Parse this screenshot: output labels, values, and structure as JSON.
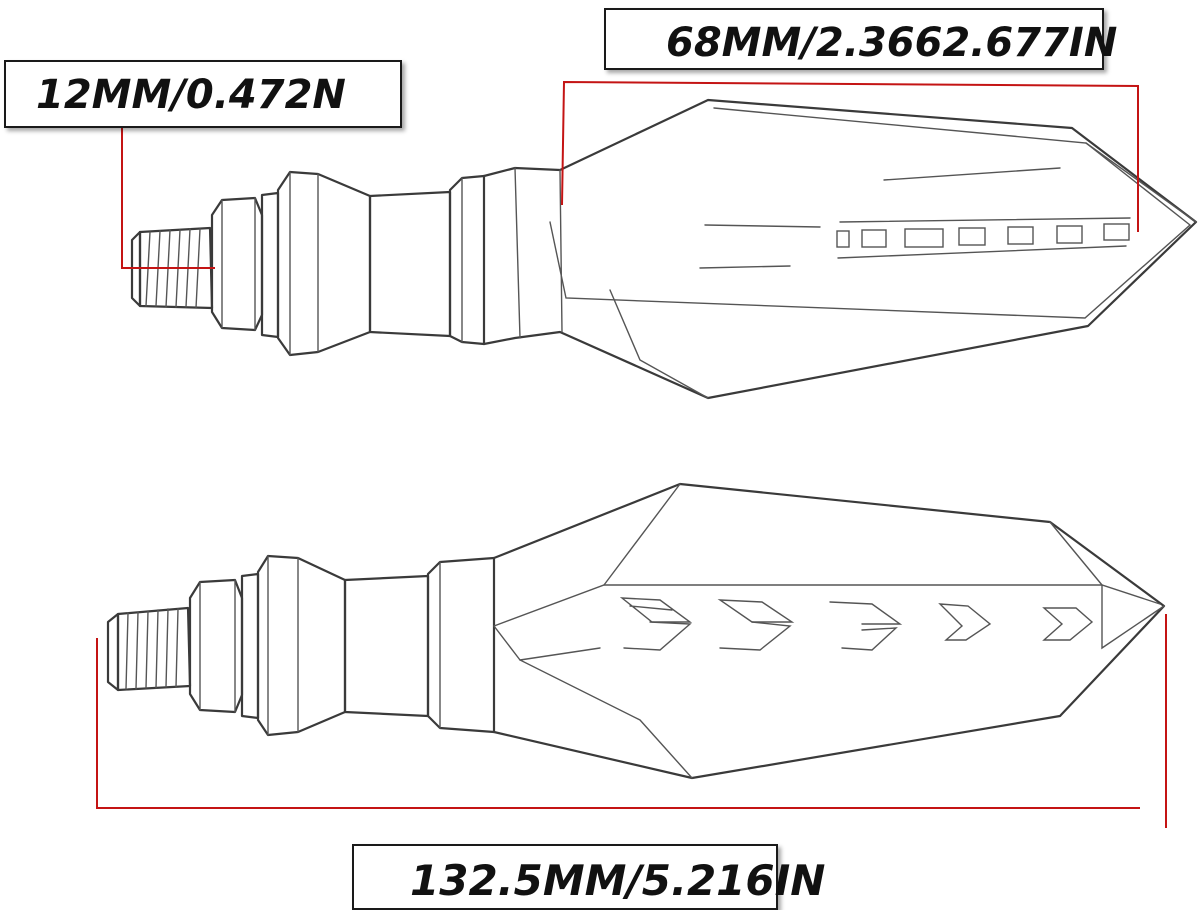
{
  "labels": {
    "thread_size": "12MM/0.472N",
    "lens_length": "68MM/2.3662.677IN",
    "total_length": "132.5MM/5.216IN"
  },
  "colors": {
    "dimension_line": "#c41414",
    "outline": "#3a3a3a",
    "label_border": "#1a1a1a"
  }
}
